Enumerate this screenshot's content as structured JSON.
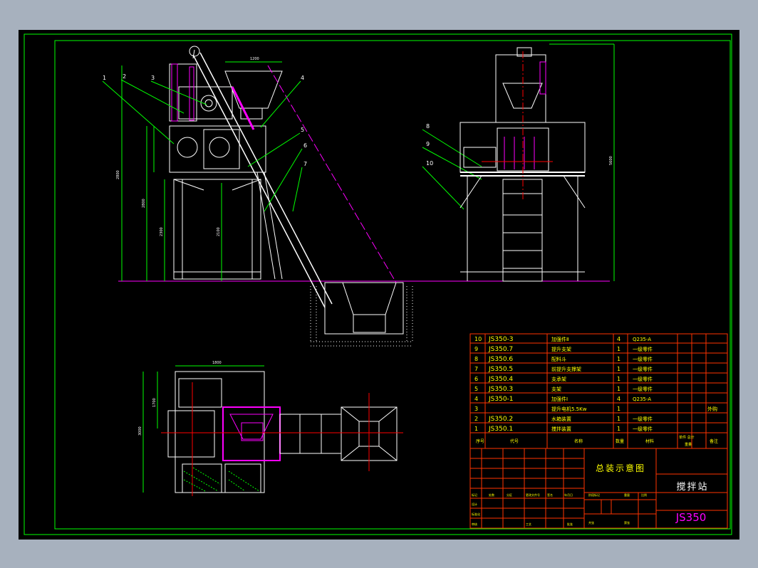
{
  "balloons": [
    "1",
    "2",
    "3",
    "4",
    "5",
    "6",
    "7",
    "8",
    "9",
    "10"
  ],
  "dims": {
    "top_width": "1200",
    "left_h1": "2800",
    "left_h2": "2800",
    "left_h3": "2300",
    "left_h4": "2100",
    "side_total": "5600",
    "plan_width": "1800",
    "plan_h1": "1700",
    "plan_h2": "3000"
  },
  "parts_table": {
    "rows": [
      {
        "no": "10",
        "code": "JS350-3",
        "name": "加强件Ⅱ",
        "qty": "4",
        "material": "Q235-A",
        "note": ""
      },
      {
        "no": "9",
        "code": "JS350.7",
        "name": "提升支架",
        "qty": "1",
        "material": "一级零件",
        "note": ""
      },
      {
        "no": "8",
        "code": "JS350.6",
        "name": "配料斗",
        "qty": "1",
        "material": "一级零件",
        "note": ""
      },
      {
        "no": "7",
        "code": "JS350.5",
        "name": "前提升支撑架",
        "qty": "1",
        "material": "一级零件",
        "note": ""
      },
      {
        "no": "6",
        "code": "JS350.4",
        "name": "支承架",
        "qty": "1",
        "material": "一级零件",
        "note": ""
      },
      {
        "no": "5",
        "code": "JS350.3",
        "name": "支架",
        "qty": "1",
        "material": "一级零件",
        "note": ""
      },
      {
        "no": "4",
        "code": "JS350-1",
        "name": "加强件Ⅰ",
        "qty": "4",
        "material": "Q235-A",
        "note": ""
      },
      {
        "no": "3",
        "code": "",
        "name": "提升电机5.5Kw",
        "qty": "1",
        "material": "",
        "note": "外购"
      },
      {
        "no": "2",
        "code": "JS350.2",
        "name": "水箱装置",
        "qty": "1",
        "material": "一级零件",
        "note": ""
      },
      {
        "no": "1",
        "code": "JS350.1",
        "name": "搅拌装置",
        "qty": "1",
        "material": "一级零件",
        "note": ""
      }
    ],
    "header": {
      "no": "序号",
      "code": "代号",
      "name": "名称",
      "qty": "数量",
      "material": "材料",
      "weight": "单件 总计",
      "weight_sub": "重量",
      "note": "备注"
    }
  },
  "title_block": {
    "drawing_title": "总装示意图",
    "product_name": "搅拌站",
    "drawing_number": "JS350",
    "small_labels": [
      "标记",
      "处数",
      "分区",
      "更改文件号",
      "签名",
      "年月日",
      "设计",
      "标准化",
      "审核",
      "工艺",
      "批准",
      "阶段标记",
      "重量",
      "比例",
      "共张",
      "第张"
    ]
  },
  "colors": {
    "frame": "#00ff00",
    "line": "#ffffff",
    "accent": "#ff00ff",
    "text": "#ffff00",
    "center": "#ff0000",
    "table": "#ff3300",
    "dim": "#00ff00"
  }
}
